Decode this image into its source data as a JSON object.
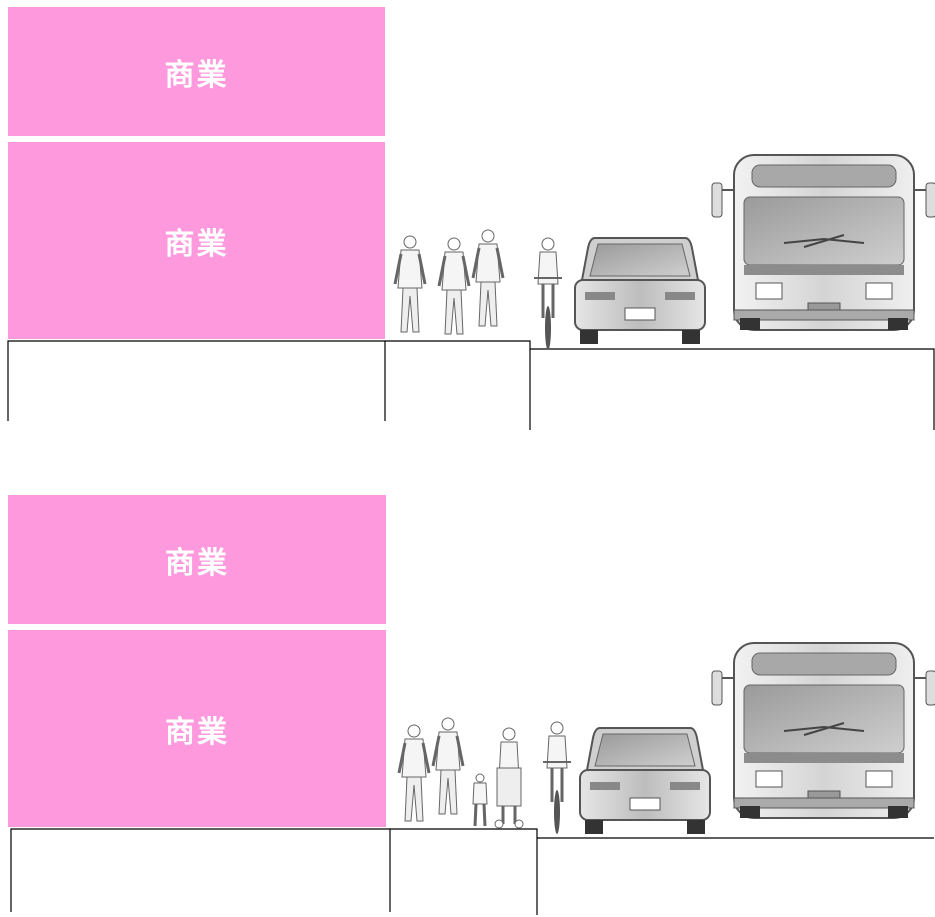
{
  "colors": {
    "commercial": "#ff99dd",
    "outline": "#000000"
  },
  "sections": [
    {
      "floors": [
        {
          "label": "商業"
        },
        {
          "label": "商業"
        }
      ],
      "figures": [
        "pedestrian",
        "pedestrian",
        "pedestrian",
        "cyclist",
        "car",
        "bus"
      ]
    },
    {
      "floors": [
        {
          "label": "商業"
        },
        {
          "label": "商業"
        }
      ],
      "figures": [
        "pedestrian",
        "pedestrian",
        "child",
        "stroller",
        "cyclist",
        "car",
        "bus"
      ]
    }
  ]
}
